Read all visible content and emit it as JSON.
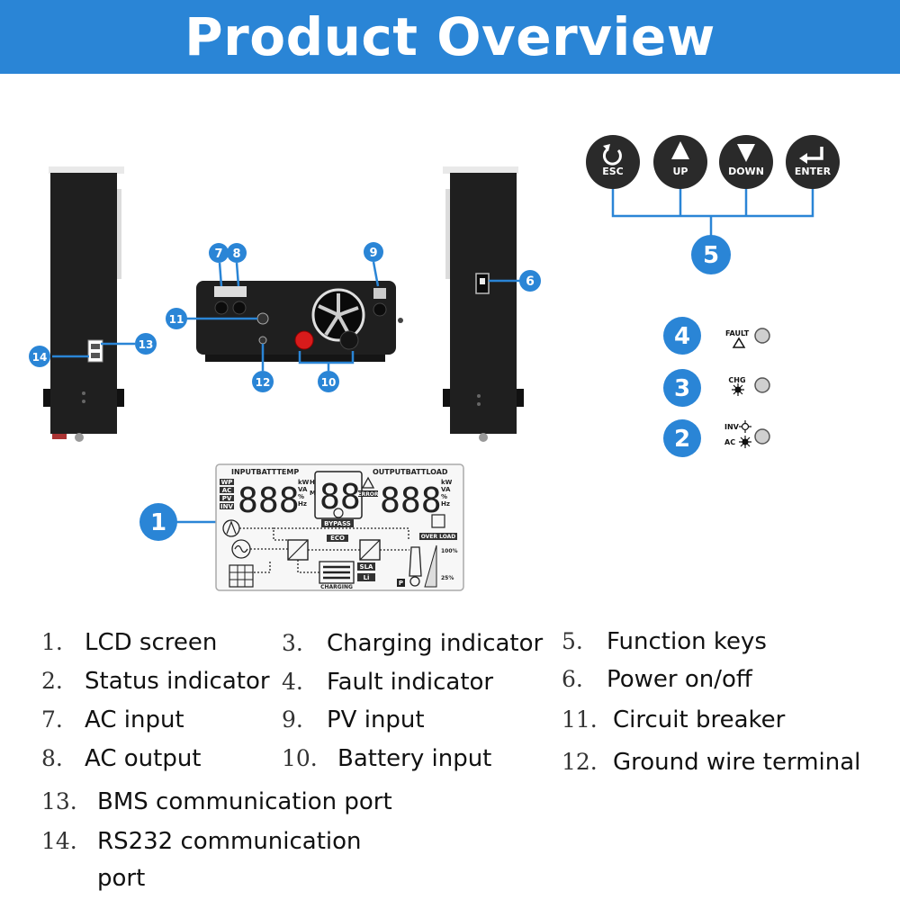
{
  "header": {
    "title": "Product Overview"
  },
  "colors": {
    "accent": "#2a85d6",
    "device": "#1f1f1f",
    "key": "#2a2a2a",
    "callout": "#2a85d6"
  },
  "keys": [
    {
      "label": "ESC",
      "icon": "refresh-icon"
    },
    {
      "label": "UP",
      "icon": "arrow-up-icon"
    },
    {
      "label": "DOWN",
      "icon": "arrow-down-icon"
    },
    {
      "label": "ENTER",
      "icon": "enter-icon"
    }
  ],
  "indicators": {
    "fault": "FAULT",
    "chg": "CHG",
    "inv": "INV",
    "ac": "AC"
  },
  "callouts": [
    "1",
    "2",
    "3",
    "4",
    "5",
    "6",
    "7",
    "8",
    "9",
    "10",
    "11",
    "12",
    "13",
    "14"
  ],
  "lcd": {
    "input_header": "INPUTBATTTEMP",
    "output_header": "OUTPUTBATTLOAD",
    "left_tags": [
      "WP",
      "AC",
      "PV",
      "INV"
    ],
    "left_digits": "888",
    "center_digits": "88",
    "right_digits": "888",
    "units_left": [
      "kW",
      "VA",
      "%",
      "Hz"
    ],
    "units_right": [
      "kW",
      "VA",
      "%",
      "Hz"
    ],
    "h_label": "H",
    "m_label": "M",
    "error": "ERROR",
    "bypass": "BYPASS",
    "eco": "ECO",
    "overload": "OVER LOAD",
    "sla": "SLA",
    "li": "Li",
    "charging": "CHARGING",
    "p": "P",
    "pct100": "100%",
    "pct25": "25%"
  },
  "legend": [
    {
      "num": "1.",
      "label": "LCD screen"
    },
    {
      "num": "2.",
      "label": "Status indicator"
    },
    {
      "num": "7.",
      "label": "AC input"
    },
    {
      "num": "8.",
      "label": "AC output"
    },
    {
      "num": "3.",
      "label": "Charging indicator"
    },
    {
      "num": "4.",
      "label": "Fault indicator"
    },
    {
      "num": "9.",
      "label": "PV input"
    },
    {
      "num": "10.",
      "label": "Battery input"
    },
    {
      "num": "5.",
      "label": "Function keys"
    },
    {
      "num": "6.",
      "label": "Power on/off"
    },
    {
      "num": "11.",
      "label": "Circuit breaker"
    },
    {
      "num": "12.",
      "label": "Ground wire terminal"
    },
    {
      "num": "13.",
      "label": "BMS communication port"
    },
    {
      "num": "14.",
      "label": "RS232 communication"
    }
  ],
  "legend_14_cont": "port"
}
